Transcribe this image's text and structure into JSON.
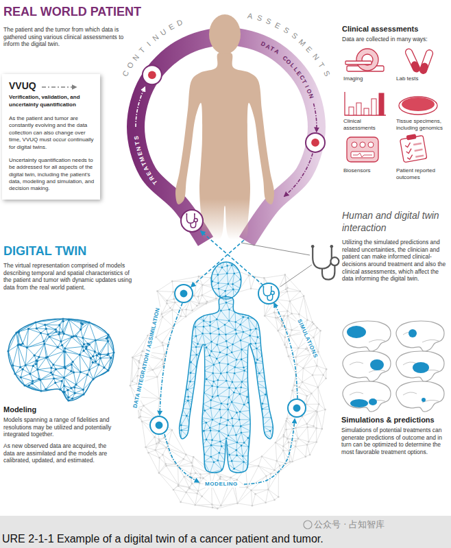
{
  "diagram": {
    "caption": "URE 2-1-1 Example of a digital twin of a cancer patient and tumor.",
    "nodes": [
      {
        "text": [
          "VVUQ",
          "Verification, validation, and uncertainty quantification",
          "As the patient and tumor are constantly evolving and the data collection can also change over time, VVUQ must occur continually for digital twins.",
          "Uncertainty quantification needs to be addressed for all aspects of the digital twin, including the patient’s data, modeling and simulation, and decision making."
        ]
      }
    ],
    "labels": [
      "REAL WORLD PATIENT",
      "The patient and the tumor from which data is gathered using various clinical assessments to inform the digital twin.",
      "CONTINUED",
      "ASSESSMENTS",
      "DATA COLLECTION",
      "TREATMENTS",
      "Clinical assessments",
      "Data are collected in many ways:",
      "Imaging",
      "Lab tests",
      "Clinical assessments",
      "Tissue specimens, including genomics",
      "Biosensors",
      "Patient reported outcomes",
      "Human and digital twin interaction",
      "Utilizing the simulated predictions and related uncertainties, the clinician and patient can make informed clinical-decisions around treatment and also the clinical assessments, which affect the data informing the digital twin.",
      "DIGITAL TWIN",
      "The virtual representation comprised of models describing temporal and spatial characteristics of the patient and tumor with dynamic updates using data from the real world patient.",
      "DATA INTEGRATION / ASSIMILATION",
      "SIMULATIONS",
      "MODELING",
      "Modeling",
      "Models spanning a range of fidelities and resolutions may be utilized and potentially integrated together.",
      "As new observed data are acquired, the data are assimilated and the models are calibrated, updated, and estimated.",
      "Simulations & predictions",
      "Simulations of potential treatments can generate predictions of outcome and in turn can be optimized to determine the most favorable treatment options.",
      "公众号 · 占知智库"
    ]
  }
}
